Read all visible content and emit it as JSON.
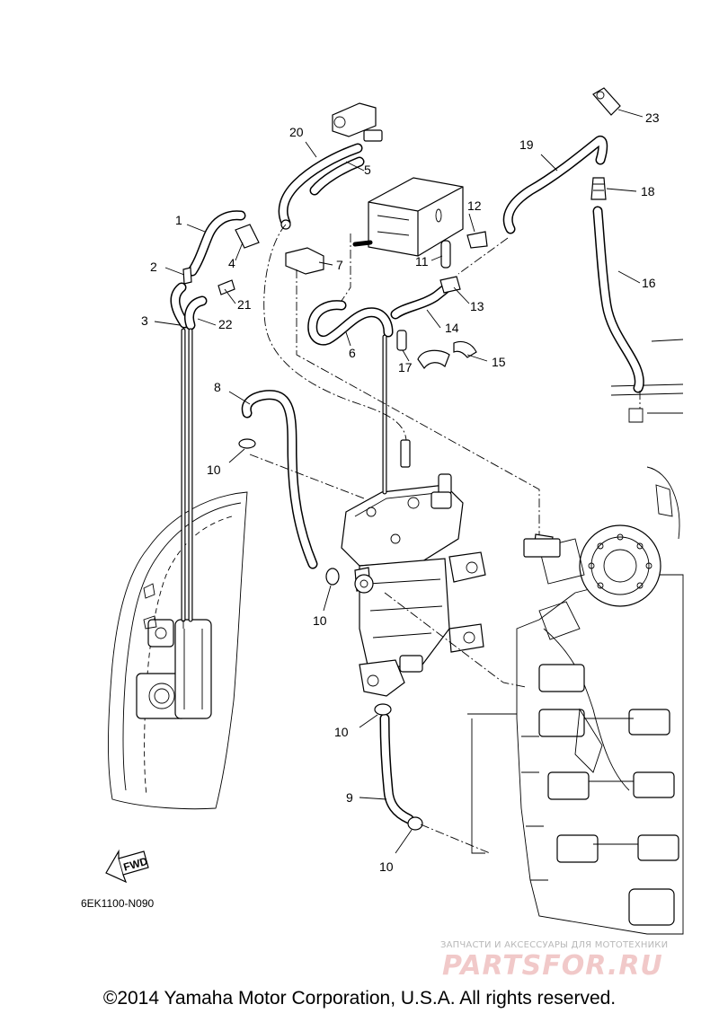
{
  "callouts": [
    {
      "num": "1"
    },
    {
      "num": "2"
    },
    {
      "num": "3"
    },
    {
      "num": "4"
    },
    {
      "num": "5"
    },
    {
      "num": "6"
    },
    {
      "num": "7"
    },
    {
      "num": "8"
    },
    {
      "num": "9"
    },
    {
      "num": "10"
    },
    {
      "num": "10"
    },
    {
      "num": "10"
    },
    {
      "num": "10"
    },
    {
      "num": "11"
    },
    {
      "num": "12"
    },
    {
      "num": "13"
    },
    {
      "num": "14"
    },
    {
      "num": "15"
    },
    {
      "num": "16"
    },
    {
      "num": "17"
    },
    {
      "num": "18"
    },
    {
      "num": "19"
    },
    {
      "num": "20"
    },
    {
      "num": "21"
    },
    {
      "num": "22"
    },
    {
      "num": "23"
    }
  ],
  "fwd_label": "FWD",
  "diagram_ref": "6EK1100-N090",
  "watermark": {
    "tagline": "ЗАПЧАСТИ И АКСЕССУАРЫ ДЛЯ МОТОТЕХНИКИ",
    "brand": "PARTSFOR.RU"
  },
  "copyright": "©2014 Yamaha Motor Corporation, U.S.A. All rights reserved."
}
